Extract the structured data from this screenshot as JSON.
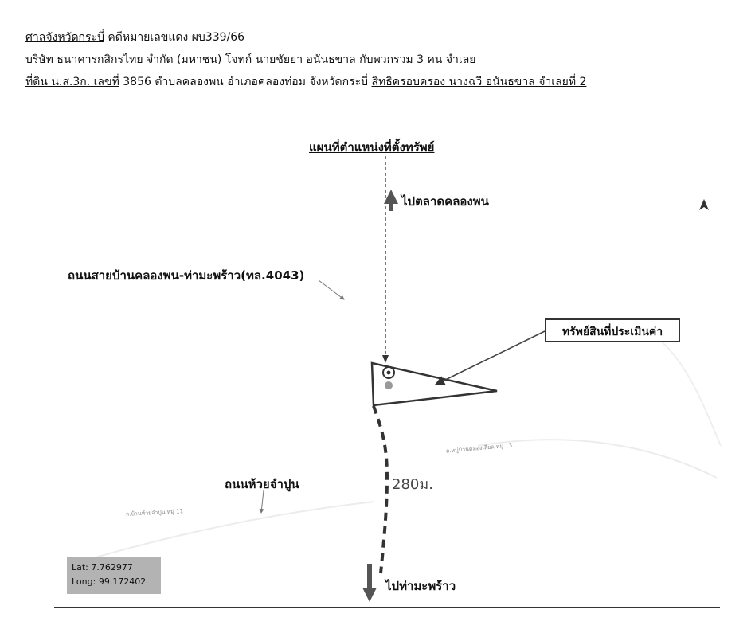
{
  "header": {
    "line1_court": "ศาลจังหวัดกระบี่",
    "line1_case": " คดีหมายเลขแดง ผบ339/66",
    "line2": "บริษัท ธนาคารกสิกรไทย จำกัด (มหาชน) โจทก์  นายชัยยา อนันธขาล กับพวกรวม 3 คน จำเลย",
    "line3_land": "ที่ดิน น.ส.3ก. เลขที่",
    "line3_mid": " 3856 ตำบลคลองพน อำเภอคลองท่อม จังหวัดกระบี่ ",
    "line3_rights": "สิทธิครอบครอง นางฉวี อนันธขาล จำเลยที่ 2"
  },
  "map": {
    "title": "แผนที่ตำแหน่งที่ตั้งทรัพย์",
    "north_direction": "ไปตลาดคลองพน",
    "main_road": "ถนนสายบ้านคลองพน-ท่ามะพร้าว(ทล.4043)",
    "asset_label": "ทรัพย์สินที่ประเมินค่า",
    "lane_road": "ถนนห้วยจำปูน",
    "distance": "280ม.",
    "south_direction": "ไปท่ามะพร้าว",
    "small_road_1": "ถ.หมู่บ้านคลองเลียด หมู่ 13",
    "small_road_2": "ถ.บ้านห้วยจำปูน หมู่ 11"
  },
  "coordinates": {
    "lat": "Lat: 7.762977",
    "long": "Long: 99.172402"
  },
  "icons": {
    "north": "north-arrow-icon",
    "location": "location-pin-icon"
  }
}
